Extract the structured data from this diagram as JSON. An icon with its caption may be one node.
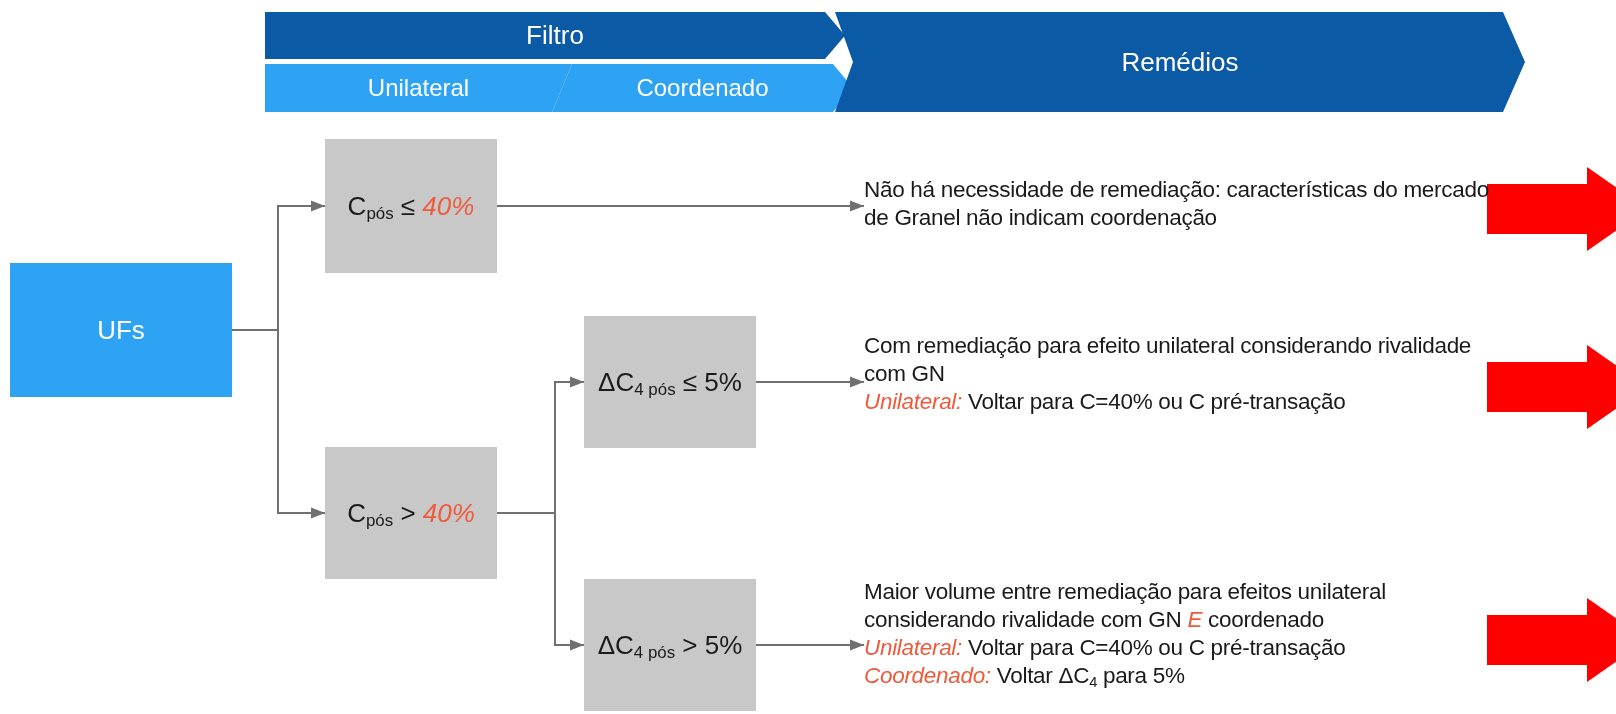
{
  "diagram": {
    "nodes": [
      {
        "text": [
          "Filtro"
        ]
      },
      {
        "text": [
          "Unilateral"
        ]
      },
      {
        "text": [
          "Coordenado"
        ]
      },
      {
        "text": [
          "Remédios"
        ]
      },
      {
        "text": [
          "UFs"
        ]
      },
      {
        "text": [
          "C$_{pós}$ ≤ *40%*"
        ]
      },
      {
        "text": [
          "C$_{pós}$ > *40%*"
        ]
      },
      {
        "text": [
          "ΔC$_{4 pós}$ ≤ 5%"
        ]
      },
      {
        "text": [
          "ΔC$_{4 pós}$ > 5%"
        ]
      },
      {
        "text": [
          "Não há necessidade de remediação: características do mercado de Granel não indicam coordenação"
        ]
      },
      {
        "text": [
          "Com remediação para efeito unilateral considerando rivalidade com GN",
          "*Unilateral:* Voltar para C=40% ou C pré-transação"
        ]
      },
      {
        "text": [
          "Maior volume entre remediação para efeitos unilateral considerando rivalidade com GN *E* coordenado",
          "*Unilateral:* Voltar para C=40% ou C pré-transação",
          "*Coordenado:* Voltar ΔC$_{4}$ para 5%"
        ]
      }
    ],
    "edges": [
      {
        "from": 4,
        "to": 5,
        "arrow": "to"
      },
      {
        "from": 4,
        "to": 6,
        "arrow": "to"
      },
      {
        "from": 5,
        "to": 9,
        "arrow": "to"
      },
      {
        "from": 6,
        "to": 7,
        "arrow": "to"
      },
      {
        "from": 6,
        "to": 8,
        "arrow": "to"
      },
      {
        "from": 7,
        "to": 10,
        "arrow": "to"
      },
      {
        "from": 8,
        "to": 11,
        "arrow": "to"
      }
    ]
  }
}
